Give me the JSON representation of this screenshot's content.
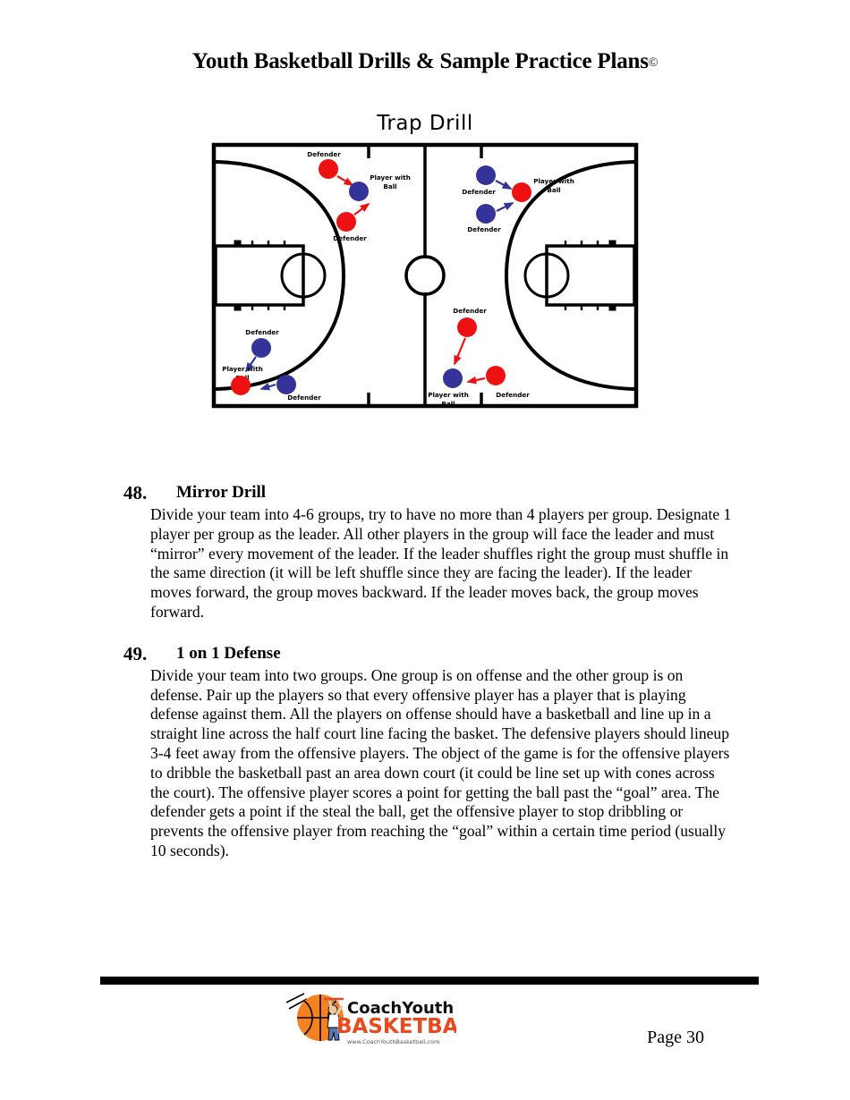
{
  "header": {
    "title": "Youth Basketball Drills & Sample Practice Plans",
    "copyright_mark": "©"
  },
  "diagram": {
    "title": "Trap Drill",
    "labels": {
      "defender": "Defender",
      "player_with_ball_line1": "Player with",
      "player_with_ball_line2": "Ball"
    },
    "colors": {
      "red": "#ee1111",
      "blue": "#333399",
      "court_line": "#000000",
      "court_bg": "#ffffff"
    },
    "groups": [
      {
        "name": "top-left-group",
        "ball_carrier_color": "blue",
        "defender_color": "red",
        "defenders": 2
      },
      {
        "name": "top-right-group",
        "ball_carrier_color": "red",
        "defender_color": "blue",
        "defenders": 2
      },
      {
        "name": "bottom-left-group",
        "ball_carrier_color": "red",
        "defender_color": "blue",
        "defenders": 2
      },
      {
        "name": "bottom-right-group",
        "ball_carrier_color": "blue",
        "defender_color": "red",
        "defenders": 2
      }
    ]
  },
  "drills": [
    {
      "number": "48.",
      "title": "Mirror Drill",
      "body": "Divide your team into 4-6 groups, try to have no more than 4 players per group. Designate 1 player per group as the leader.  All other players in the group will face the leader and must “mirror” every movement of the leader.  If the leader shuffles right the group must shuffle in the same direction (it will be left shuffle since they are facing the leader).  If the leader moves forward, the group moves backward. If the leader moves back, the group moves forward."
    },
    {
      "number": "49.",
      "title": "1 on 1 Defense",
      "body": "Divide your team into two groups.  One group is on offense and the other group is on defense.  Pair up the players so that every offensive player has a player that is playing defense against them.  All the players on offense should have a basketball and line up in a straight line across the half court line facing the basket.  The defensive players should lineup 3-4 feet away from the offensive players.  The object of the game is for the offensive players to dribble the basketball past an area down court (it could be line set up with cones across the court).  The offensive player scores a point for getting the ball past the “goal” area.  The defender gets a point if the steal the ball, get the offensive player to stop dribbling or prevents the offensive player from reaching the “goal” within a certain time period (usually 10 seconds)."
    }
  ],
  "footer": {
    "logo": {
      "word_top": "CoachYouth",
      "word_bottom": "BASKETBALL",
      "url": "www.CoachYouthBasketball.com",
      "ball_color": "#f58220",
      "wordmark_color": "#e8491d"
    },
    "page_label": "Page 30"
  }
}
